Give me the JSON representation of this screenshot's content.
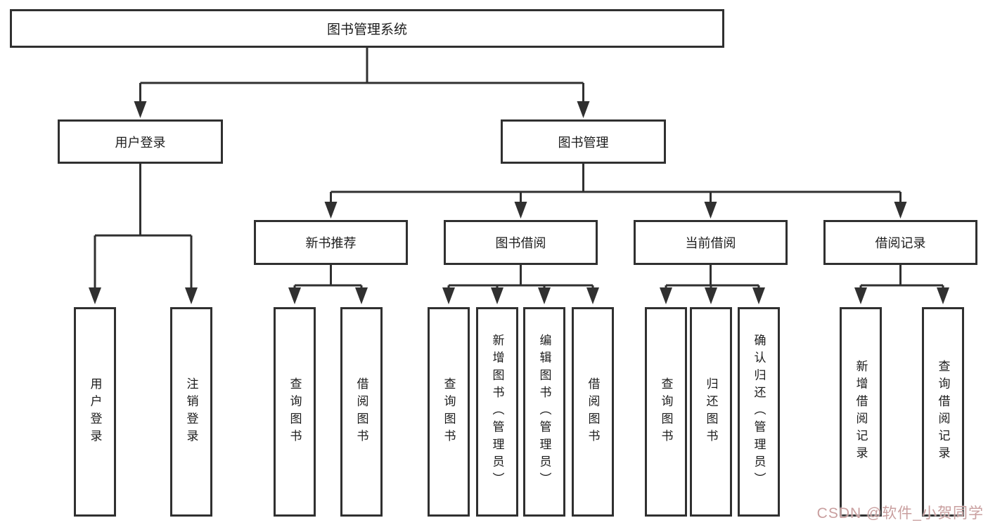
{
  "diagram": {
    "line_color": "#303030",
    "root": {
      "label": "图书管理系统"
    },
    "level2": [
      {
        "label": "用户登录"
      },
      {
        "label": "图书管理"
      }
    ],
    "level3": [
      {
        "label": "新书推荐"
      },
      {
        "label": "图书借阅"
      },
      {
        "label": "当前借阅"
      },
      {
        "label": "借阅记录"
      }
    ],
    "leaves": [
      {
        "label": "用户登录"
      },
      {
        "label": "注销登录"
      },
      {
        "label": "查询图书"
      },
      {
        "label": "借阅图书"
      },
      {
        "label": "查询图书"
      },
      {
        "label": "新增图书（管理员）"
      },
      {
        "label": "编辑图书（管理员）"
      },
      {
        "label": "借阅图书"
      },
      {
        "label": "查询图书"
      },
      {
        "label": "归还图书"
      },
      {
        "label": "确认归还（管理员）"
      },
      {
        "label": "新增借阅记录"
      },
      {
        "label": "查询借阅记录"
      }
    ]
  },
  "watermark": {
    "text": "CSDN @软件_小贺同学",
    "color": "#c99f9f"
  }
}
